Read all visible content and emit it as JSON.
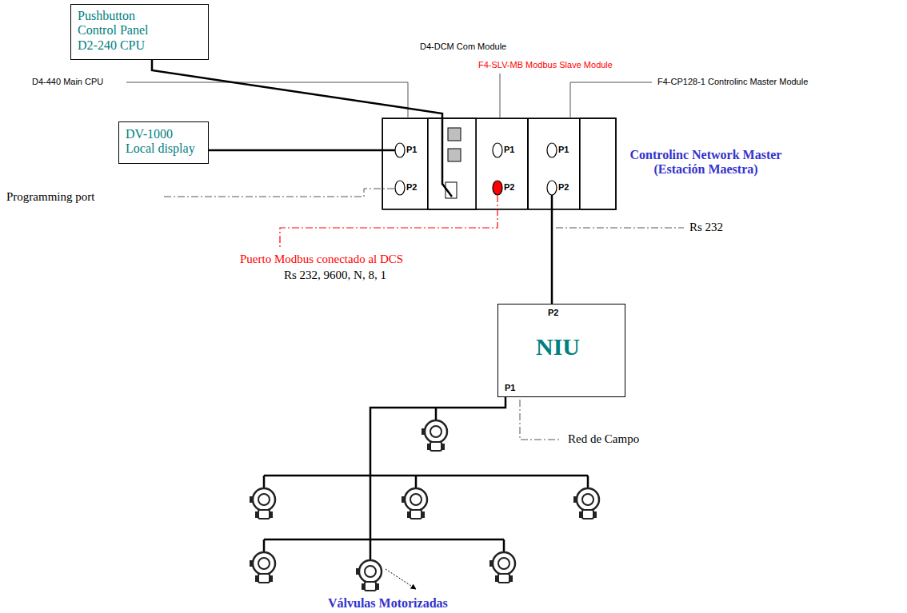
{
  "diagram": {
    "nodes": [
      {
        "text": [
          "Pushbutton Control Panel D2-240 CPU"
        ]
      },
      {
        "text": [
          "DV-1000 Local display"
        ]
      },
      {
        "text": [
          "P1",
          "P2"
        ]
      },
      {
        "text": [
          "P1",
          "P2"
        ]
      },
      {
        "text": [
          "P1",
          "P2"
        ]
      },
      {
        "text": [
          "P2",
          "NIU",
          "P1"
        ]
      }
    ],
    "edges": [
      {
        "from": 1,
        "to": 2,
        "arrow": "none"
      },
      {
        "from": 4,
        "to": 5,
        "arrow": "none"
      }
    ],
    "labels": [
      "D4-DCM Com Module",
      "F4-SLV-MB Modbus Slave Module",
      "D4-440 Main CPU",
      "F4-CP128-1 Controlinc Master Module",
      "Controlinc Network Master (Estación Maestra)",
      "Programming port",
      "Rs 232",
      "Puerto Modbus conectado al DCS",
      "Rs 232, 9600, N, 8, 1",
      "Red de Campo",
      "Válvulas Motorizadas"
    ]
  }
}
